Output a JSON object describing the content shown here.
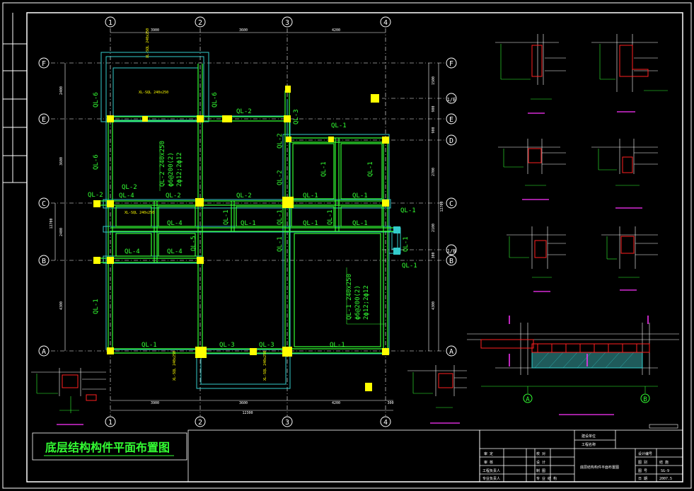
{
  "drawing": {
    "title": "底层结构构件平面布置图",
    "colors": {
      "background": "#000000",
      "frame": "#ffffff",
      "grid": "#ffffff",
      "beam_green": "#33ff33",
      "yellow": "#ffff00",
      "cyan": "#33cccc",
      "red": "#ff2020",
      "magenta": "#ff33ff"
    }
  },
  "axes": {
    "columns": [
      "1",
      "2",
      "3",
      "4"
    ],
    "rows": [
      "F",
      "E",
      "D",
      "C",
      "B",
      "A"
    ],
    "right_extra": [
      "1/E",
      "1/B"
    ]
  },
  "dimensions": {
    "top": [
      "3900",
      "3600",
      "4200"
    ],
    "bottom": [
      "3900",
      "3600",
      "4200",
      "300"
    ],
    "bottom_total": "12300",
    "left": [
      "2400",
      "3600",
      "2400",
      "4300"
    ],
    "left_small": "12700",
    "right": [
      "1500",
      "900",
      "900",
      "2700",
      "2100",
      "300",
      "4300"
    ],
    "right_total": "12700"
  },
  "beams": {
    "ql1": "QL-1",
    "ql2": "QL-2",
    "ql3": "QL-3",
    "ql4": "QL-4",
    "ql5": "QL-5",
    "ql6": "QL-6",
    "spec_ql2": [
      "QL-2 240x250",
      "ϕ6@200(2)",
      "2ϕ12;2ϕ12"
    ],
    "spec_ql1": [
      "QL-1 240x250",
      "ϕ6@200(2)",
      "2ϕ12;2ϕ12"
    ]
  },
  "small_notes": {
    "n1": "XL-SQL 240x250",
    "n2": "XL-SQL 240x250",
    "n3": "XL-SQL 240x250",
    "n4": "XL-SQL 240x250",
    "n5": "XL-SQL 240x250"
  },
  "details": {
    "axis_a": "A",
    "axis_b": "B"
  },
  "titleblock": {
    "project_label": "建设单位",
    "project_name": "工程名称",
    "rows_left": [
      "审 定",
      "审 核",
      "工程负责人",
      "专业负责人"
    ],
    "rows_mid": [
      "校 对",
      "设 计",
      "制 图",
      "专 业 结 构"
    ],
    "drawing_name": "底层结构构件平面布置图",
    "design_no_label": "设计编号",
    "drawing_class_label": "图 别",
    "drawing_class": "结 施",
    "sheet_label": "图 号",
    "sheet": "SG-9",
    "date_label": "日 期",
    "date": "2007.5"
  }
}
